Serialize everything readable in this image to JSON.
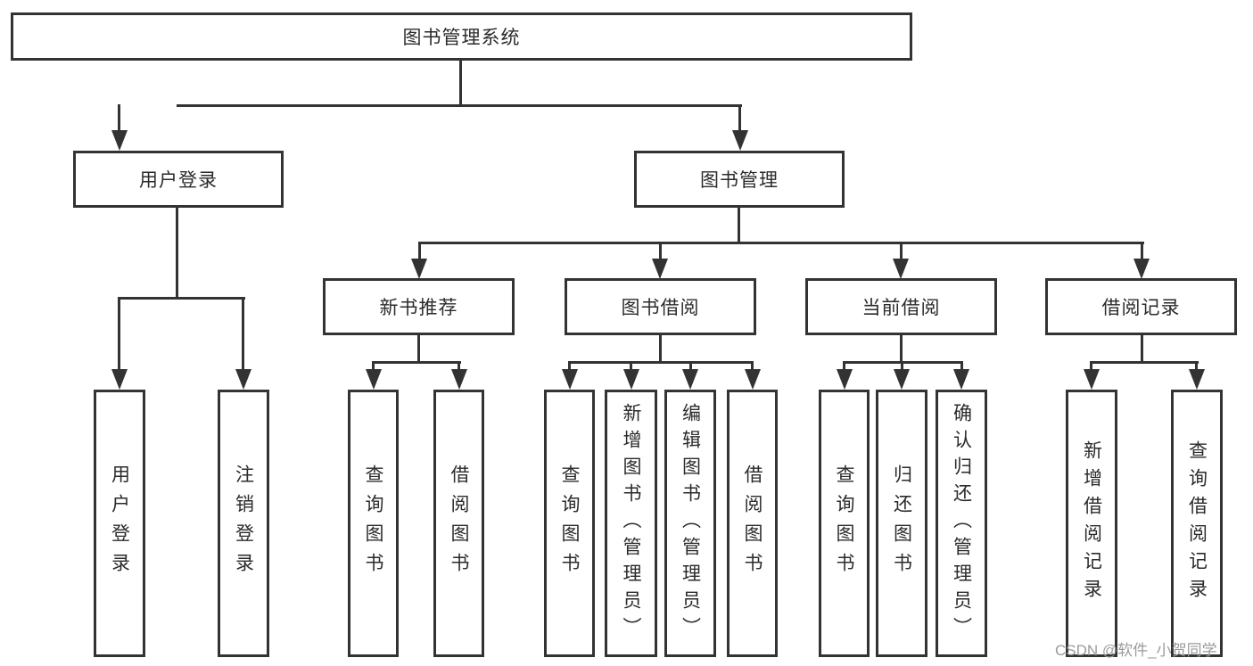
{
  "nodes": {
    "root": {
      "label": "图书管理系统"
    },
    "user_login": {
      "label": "用户登录"
    },
    "book_mgmt": {
      "label": "图书管理"
    },
    "new_book_rec": {
      "label": "新书推荐"
    },
    "book_borrow": {
      "label": "图书借阅"
    },
    "current_borrow": {
      "label": "当前借阅"
    },
    "borrow_records": {
      "label": "借阅记录"
    },
    "leaf_user_login": {
      "label": "用户登录"
    },
    "leaf_logout": {
      "label": "注销登录"
    },
    "leaf_nb_query": {
      "label": "查询图书"
    },
    "leaf_nb_borrow": {
      "label": "借阅图书"
    },
    "leaf_bw_query": {
      "label": "查询图书"
    },
    "leaf_bw_add": {
      "label": "新增图书（管理员）"
    },
    "leaf_bw_edit": {
      "label": "编辑图书（管理员）"
    },
    "leaf_bw_borrow": {
      "label": "借阅图书"
    },
    "leaf_cur_query": {
      "label": "查询图书"
    },
    "leaf_cur_return": {
      "label": "归还图书"
    },
    "leaf_cur_confirm": {
      "label": "确认归还（管理员）"
    },
    "leaf_rec_add": {
      "label": "新增借阅记录"
    },
    "leaf_rec_query": {
      "label": "查询借阅记录"
    }
  },
  "hierarchy": {
    "图书管理系统": [
      "用户登录",
      "图书管理"
    ],
    "用户登录": [
      "用户登录",
      "注销登录"
    ],
    "图书管理": [
      "新书推荐",
      "图书借阅",
      "当前借阅",
      "借阅记录"
    ],
    "新书推荐": [
      "查询图书",
      "借阅图书"
    ],
    "图书借阅": [
      "查询图书",
      "新增图书（管理员）",
      "编辑图书（管理员）",
      "借阅图书"
    ],
    "当前借阅": [
      "查询图书",
      "归还图书",
      "确认归还（管理员）"
    ],
    "借阅记录": [
      "新增借阅记录",
      "查询借阅记录"
    ]
  },
  "watermark": {
    "text": "CSDN @软件_小贺同学"
  },
  "colors": {
    "line": "#333333",
    "box_border": "#333333",
    "box_fill": "#ffffff",
    "text": "#2b2b2b",
    "watermark": "#9b9b9b",
    "background": "#ffffff"
  }
}
